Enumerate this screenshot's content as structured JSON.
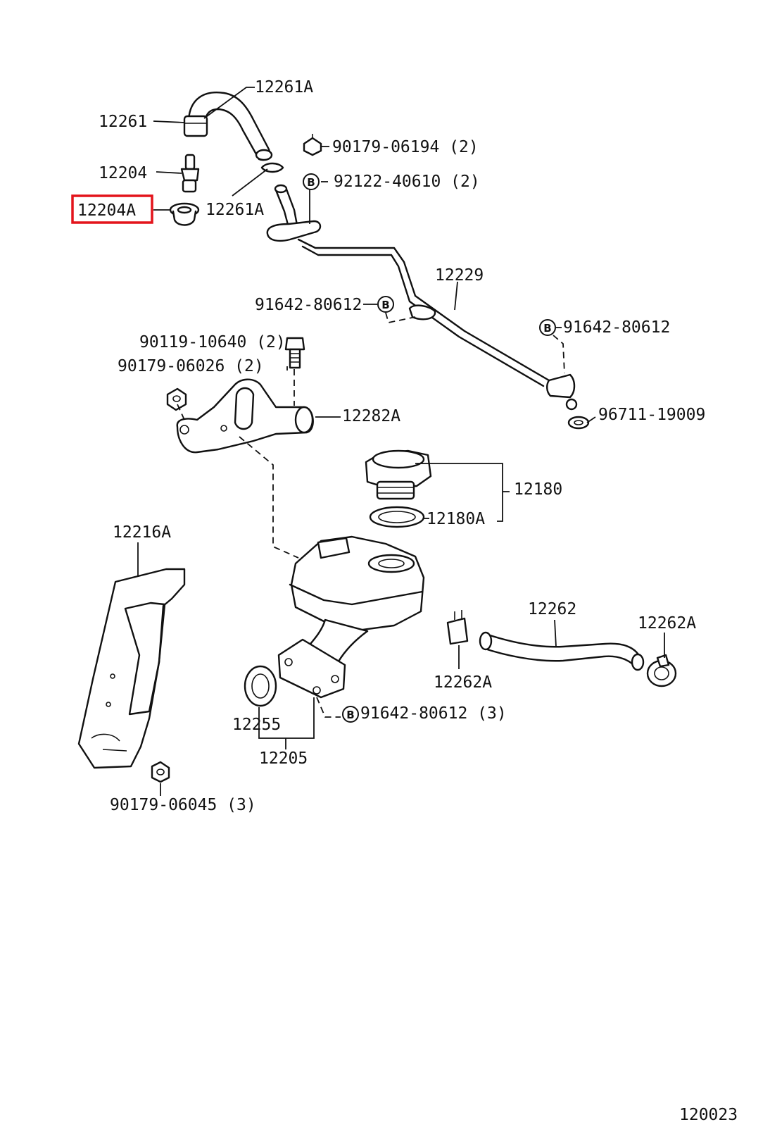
{
  "highlight_color": "#e3141b",
  "diagram_id": "120023",
  "labels": {
    "p12261A_top": "12261A",
    "p12261": "12261",
    "p12204": "12204",
    "p12204A": "12204A",
    "p12261A_mid": "12261A",
    "b90179_06194": "90179-06194 (2)",
    "b92122_40610": "92122-40610 (2)",
    "p12229": "12229",
    "b91642_80612_left": "91642-80612",
    "b91642_80612_right": "91642-80612",
    "b90119_10640": "90119-10640 (2)",
    "b90179_06026": "90179-06026 (2)",
    "p12282A": "12282A",
    "g96711_19009": "96711-19009",
    "p12180": "12180",
    "p12180A": "12180A",
    "p12216A": "12216A",
    "p12262": "12262",
    "p12262A_right": "12262A",
    "p12262A_left": "12262A",
    "b91642_80612_3": "91642-80612 (3)",
    "p12255": "12255",
    "p12205": "12205",
    "b90179_06045": "90179-06045 (3)"
  },
  "bolt_marker": "B"
}
